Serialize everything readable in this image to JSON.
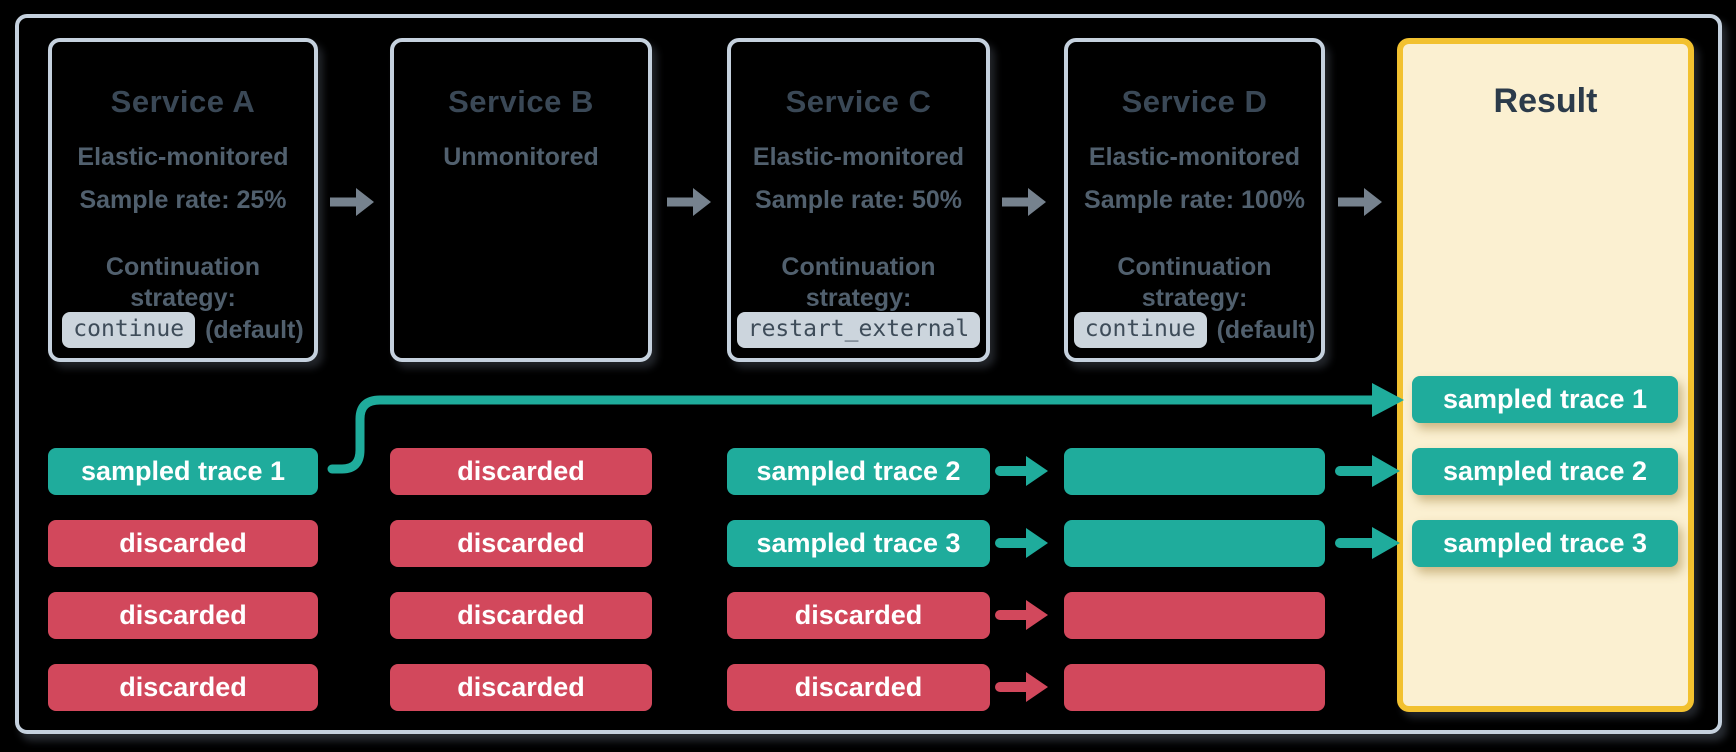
{
  "colors": {
    "background": "#000000",
    "frame_border": "#C5D1DE",
    "service_box_border": "#C5D1DE",
    "service_title_text": "#3A4856",
    "service_body_text": "#51606E",
    "code_chip_bg": "#CCD5DD",
    "code_chip_text": "#3E4C59",
    "service_arrow_gray": "#76828E",
    "sampled_teal": "#1FAC9C",
    "discarded_red": "#D2485C",
    "result_bg": "#FBF0D1",
    "result_border": "#F2C12F",
    "result_title_text": "#2C3B4A",
    "trace_chip_text": "#FFFFFF"
  },
  "services": [
    {
      "title": "Service A",
      "subtitle": "Elastic-monitored",
      "sample_rate": "Sample rate: 25%",
      "strategy_label": "Continuation strategy:",
      "strategy_code": "continue",
      "strategy_suffix": "(default)"
    },
    {
      "title": "Service B",
      "subtitle": "Unmonitored",
      "sample_rate": "",
      "strategy_label": "",
      "strategy_code": "",
      "strategy_suffix": ""
    },
    {
      "title": "Service C",
      "subtitle": "Elastic-monitored",
      "sample_rate": "Sample rate: 50%",
      "strategy_label": "Continuation strategy:",
      "strategy_code": "restart_external",
      "strategy_suffix": ""
    },
    {
      "title": "Service D",
      "subtitle": "Elastic-monitored",
      "sample_rate": "Sample rate: 100%",
      "strategy_label": "Continuation strategy:",
      "strategy_code": "continue",
      "strategy_suffix": "(default)"
    }
  ],
  "result": {
    "title": "Result",
    "chips": [
      {
        "label": "sampled trace 1",
        "type": "sampled"
      },
      {
        "label": "sampled trace 2",
        "type": "sampled"
      },
      {
        "label": "sampled trace 3",
        "type": "sampled"
      }
    ]
  },
  "trace_columns": [
    {
      "service": "Service A",
      "chips": [
        {
          "label": "sampled trace 1",
          "type": "sampled"
        },
        {
          "label": "discarded",
          "type": "discarded"
        },
        {
          "label": "discarded",
          "type": "discarded"
        },
        {
          "label": "discarded",
          "type": "discarded"
        }
      ]
    },
    {
      "service": "Service B",
      "chips": [
        {
          "label": "discarded",
          "type": "discarded"
        },
        {
          "label": "discarded",
          "type": "discarded"
        },
        {
          "label": "discarded",
          "type": "discarded"
        },
        {
          "label": "discarded",
          "type": "discarded"
        }
      ]
    },
    {
      "service": "Service C",
      "chips": [
        {
          "label": "sampled trace 2",
          "type": "sampled"
        },
        {
          "label": "sampled trace 3",
          "type": "sampled"
        },
        {
          "label": "discarded",
          "type": "discarded"
        },
        {
          "label": "discarded",
          "type": "discarded"
        }
      ]
    },
    {
      "service": "Service D",
      "chips": [
        {
          "label": "",
          "type": "sampled"
        },
        {
          "label": "",
          "type": "sampled"
        },
        {
          "label": "",
          "type": "discarded"
        },
        {
          "label": "",
          "type": "discarded"
        }
      ]
    }
  ]
}
